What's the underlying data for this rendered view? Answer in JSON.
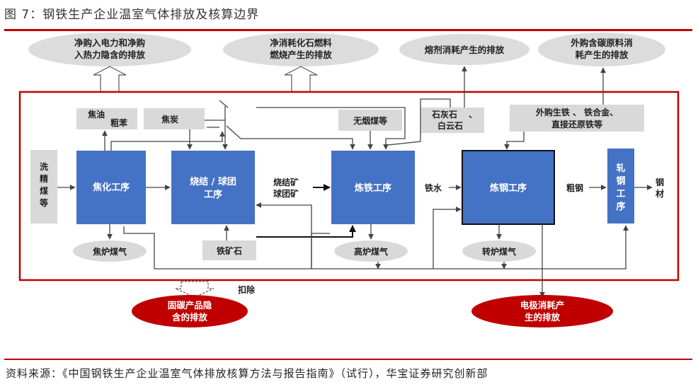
{
  "figure": {
    "title": "图 7：钢铁生产企业温室气体排放及核算边界",
    "source": "资料来源：《中国钢铁生产企业温室气体排放核算方法与报告指南》（试行），华宝证券研究创新部"
  },
  "emissions_top": {
    "purchased_power_heat": [
      "净购入电力和净购",
      "入热力隐含的排放"
    ],
    "fossil_fuel": [
      "净消耗化石燃料",
      "燃烧产生的排放"
    ],
    "flux": [
      "熔剂消耗产生的排放"
    ],
    "carbon_material": [
      "外购含碳原料消",
      "耗产生的排放"
    ]
  },
  "inputs": {
    "coke_oil": "焦油",
    "crude_benzene": "粗苯",
    "coke": "焦炭",
    "anthracite": "无烟煤等",
    "limestone": [
      "石灰石",
      "、",
      "白云石"
    ],
    "purchased_materials": [
      "外购生铁 、 铁合金、",
      "直接还原铁等"
    ],
    "washed_coal": [
      "洗",
      "精",
      "煤",
      "等"
    ],
    "iron_ore": "铁矿石"
  },
  "processes": {
    "coking": "焦化工序",
    "sintering": [
      "烧结 / 球团",
      "工序"
    ],
    "ironmaking": "炼铁工序",
    "steelmaking": "炼钢工序",
    "rolling": [
      "轧",
      "钢",
      "工",
      "序"
    ]
  },
  "flows": {
    "sinter": [
      "烧结矿",
      "球团矿"
    ],
    "molten_iron": "铁水",
    "crude_steel": "粗钢",
    "steel": [
      "钢",
      "材"
    ]
  },
  "gases": {
    "coke_oven_gas": "焦炉煤气",
    "blast_furnace_gas": "高炉煤气",
    "converter_gas": "转炉煤气"
  },
  "deductions": {
    "deduct_label": "扣除",
    "solid_carbon": [
      "固碳产品隐",
      "含的排放"
    ],
    "electrode": [
      "电极消耗产",
      "生的排放"
    ]
  },
  "colors": {
    "accent_red": "#c00000",
    "process_blue": "#4472c4",
    "box_gray": "#d9d9d9",
    "ellipse_gray": "#dcdcdc",
    "emission_red": "#c00000"
  }
}
